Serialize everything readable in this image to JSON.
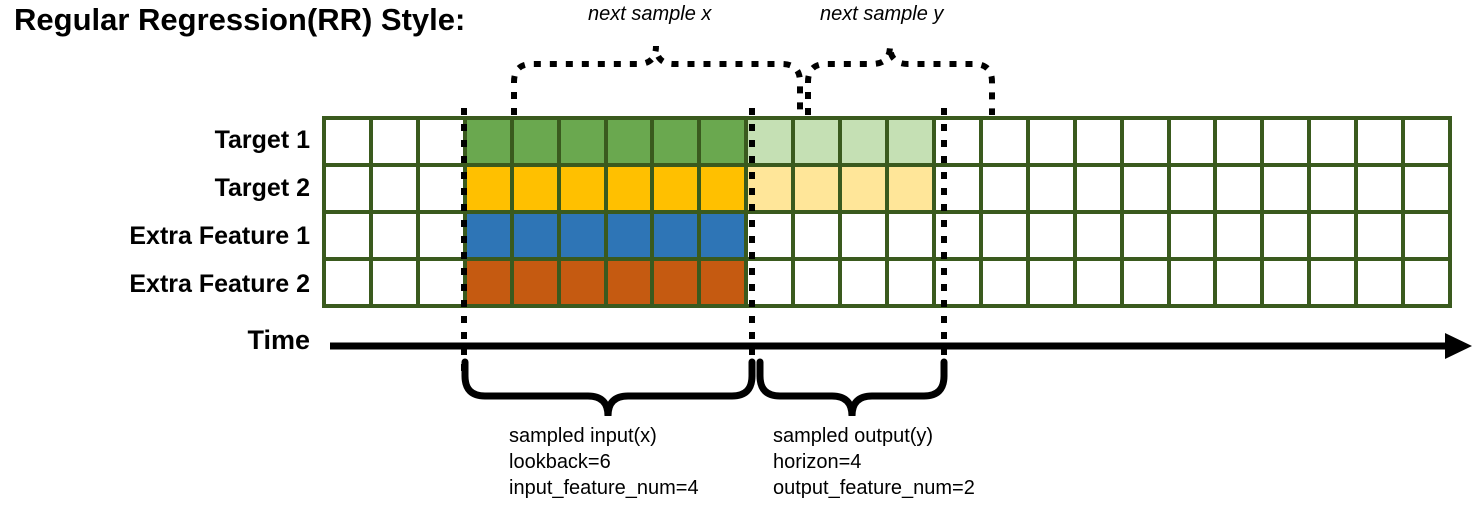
{
  "title": "Regular Regression(RR) Style:",
  "row_labels": [
    {
      "name": "target-1",
      "label": "Target 1"
    },
    {
      "name": "target-2",
      "label": "Target 2"
    },
    {
      "name": "extra-feature-1",
      "label": "Extra Feature 1"
    },
    {
      "name": "extra-feature-2",
      "label": "Extra Feature 2"
    }
  ],
  "time_axis": {
    "label": "Time"
  },
  "annotations": {
    "next_sample_x": "next sample x",
    "next_sample_y": "next sample y"
  },
  "captions": {
    "input": {
      "line1": "sampled input(x)",
      "line2": "lookback=6",
      "line3": "input_feature_num=4"
    },
    "output": {
      "line1": "sampled output(y)",
      "line2": "horizon=4",
      "line3": "output_feature_num=2"
    }
  },
  "colors": {
    "grid_border": "#3a5a1e",
    "target1_strong": "#6aa84f",
    "target1_faded": "#c5e0b4",
    "target2_strong": "#ffc000",
    "target2_faded": "#ffe699",
    "extra1": "#2e75b6",
    "extra2": "#c55a11",
    "empty": "#ffffff",
    "ink": "#000000"
  },
  "grid": {
    "columns": 24,
    "rows": 4,
    "lead_blank_columns": 3,
    "input_columns": 6,
    "output_columns": 4,
    "trailing_blank_columns": 11,
    "cells": [
      [
        "empty",
        "empty",
        "empty",
        "target1_strong",
        "target1_strong",
        "target1_strong",
        "target1_strong",
        "target1_strong",
        "target1_strong",
        "target1_faded",
        "target1_faded",
        "target1_faded",
        "target1_faded",
        "empty",
        "empty",
        "empty",
        "empty",
        "empty",
        "empty",
        "empty",
        "empty",
        "empty",
        "empty",
        "empty"
      ],
      [
        "empty",
        "empty",
        "empty",
        "target2_strong",
        "target2_strong",
        "target2_strong",
        "target2_strong",
        "target2_strong",
        "target2_strong",
        "target2_faded",
        "target2_faded",
        "target2_faded",
        "target2_faded",
        "empty",
        "empty",
        "empty",
        "empty",
        "empty",
        "empty",
        "empty",
        "empty",
        "empty",
        "empty",
        "empty"
      ],
      [
        "empty",
        "empty",
        "empty",
        "extra1",
        "extra1",
        "extra1",
        "extra1",
        "extra1",
        "extra1",
        "empty",
        "empty",
        "empty",
        "empty",
        "empty",
        "empty",
        "empty",
        "empty",
        "empty",
        "empty",
        "empty",
        "empty",
        "empty",
        "empty",
        "empty"
      ],
      [
        "empty",
        "empty",
        "empty",
        "extra2",
        "extra2",
        "extra2",
        "extra2",
        "extra2",
        "extra2",
        "empty",
        "empty",
        "empty",
        "empty",
        "empty",
        "empty",
        "empty",
        "empty",
        "empty",
        "empty",
        "empty",
        "empty",
        "empty",
        "empty",
        "empty"
      ]
    ]
  }
}
